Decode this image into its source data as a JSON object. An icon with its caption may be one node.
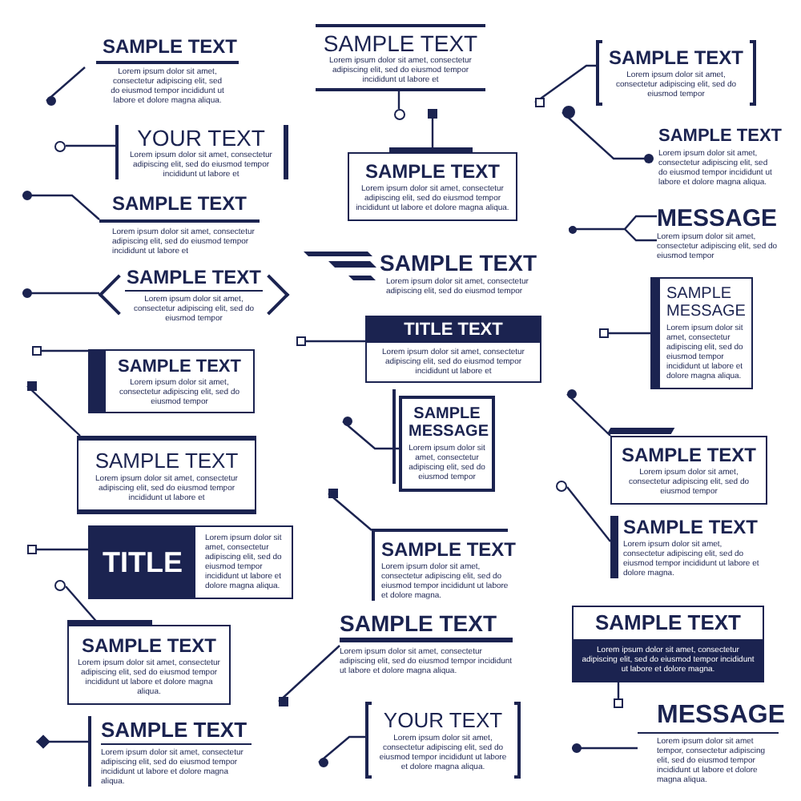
{
  "diagram": {
    "nodes": [
      {
        "text": [
          "SAMPLE TEXT",
          "Lorem ipsum dolor sit amet, consectetur adipiscing elit, sed do eiusmod tempor incididunt ut labore et dolore magna aliqua."
        ]
      },
      {
        "text": [],
        "shape": "circle"
      },
      {
        "text": [
          "YOUR TEXT",
          "Lorem ipsum dolor sit amet, consectetur adipiscing elit, sed do eiusmod tempor incididunt ut labore et"
        ]
      },
      {
        "text": [],
        "shape": "circle"
      },
      {
        "text": [
          "SAMPLE TEXT",
          "Lorem ipsum dolor sit amet, consectetur adipiscing elit, sed do eiusmod tempor incididunt ut labore et"
        ]
      },
      {
        "text": [],
        "shape": "circle"
      },
      {
        "text": [
          "SAMPLE TEXT",
          "Lorem ipsum dolor sit amet, consectetur adipiscing elit, sed do eiusmod tempor"
        ]
      },
      {
        "text": [],
        "shape": "circle"
      },
      {
        "text": [
          "SAMPLE TEXT",
          "Lorem ipsum dolor sit amet, consectetur adipiscing elit, sed do eiusmod tempor"
        ]
      },
      {
        "text": [],
        "shape": "box"
      },
      {
        "text": [
          "SAMPLE TEXT",
          "Lorem ipsum dolor sit amet, consectetur adipiscing elit, sed do eiusmod tempor incididunt ut labore et"
        ]
      },
      {
        "text": [],
        "shape": "box"
      },
      {
        "text": [
          "TITLE",
          "Lorem ipsum dolor sit amet, consectetur adipiscing elit, sed do eiusmod tempor incididunt ut labore et dolore magna aliqua."
        ]
      },
      {
        "text": [],
        "shape": "box"
      },
      {
        "text": [
          "SAMPLE TEXT",
          "Lorem ipsum dolor sit amet, consectetur adipiscing elit, sed do eiusmod tempor incididunt ut labore et dolore magna aliqua."
        ]
      },
      {
        "text": [],
        "shape": "circle"
      },
      {
        "text": [
          "SAMPLE TEXT",
          "Lorem ipsum dolor sit amet, consectetur adipiscing elit, sed do eiusmod tempor incididunt ut labore et dolore magna aliqua."
        ]
      },
      {
        "text": [],
        "shape": "diamond"
      },
      {
        "text": [
          "SAMPLE TEXT",
          "Lorem ipsum dolor sit amet, consectetur adipiscing elit, sed do eiusmod tempor incididunt ut labore et"
        ]
      },
      {
        "text": [],
        "shape": "circle"
      },
      {
        "text": [
          "SAMPLE TEXT",
          "Lorem ipsum dolor sit amet, consectetur adipiscing elit, sed do eiusmod tempor incididunt ut labore et dolore magna aliqua."
        ]
      },
      {
        "text": [],
        "shape": "box"
      },
      {
        "text": [
          "SAMPLE TEXT",
          "Lorem ipsum dolor sit amet, consectetur adipiscing elit, sed do eiusmod tempor"
        ]
      },
      {
        "text": [
          "TITLE TEXT",
          "Lorem ipsum dolor sit amet, consectetur adipiscing elit, sed do eiusmod tempor incididunt ut labore et"
        ]
      },
      {
        "text": [],
        "shape": "box"
      },
      {
        "text": [
          "SAMPLE MESSAGE",
          "Lorem ipsum dolor sit amet, consectetur adipiscing elit, sed do eiusmod tempor"
        ]
      },
      {
        "text": [],
        "shape": "circle"
      },
      {
        "text": [
          "SAMPLE TEXT",
          "Lorem ipsum dolor sit amet, consectetur adipiscing elit, sed do eiusmod tempor incididunt ut labore et dolore magna."
        ]
      },
      {
        "text": [],
        "shape": "box"
      },
      {
        "text": [
          "SAMPLE TEXT",
          "Lorem ipsum dolor sit amet, consectetur adipiscing elit, sed do eiusmod tempor incididunt ut labore et dolore magna aliqua."
        ]
      },
      {
        "text": [],
        "shape": "box"
      },
      {
        "text": [
          "YOUR TEXT",
          "Lorem ipsum dolor sit amet, consectetur adipiscing elit, sed do eiusmod tempor incididunt ut labore et dolore magna aliqua."
        ]
      },
      {
        "text": [],
        "shape": "circle"
      },
      {
        "text": [
          "SAMPLE TEXT",
          "Lorem ipsum dolor sit amet, consectetur adipiscing elit, sed do eiusmod tempor"
        ]
      },
      {
        "text": [],
        "shape": "box"
      },
      {
        "text": [
          "SAMPLE TEXT",
          "Lorem ipsum dolor sit amet, consectetur adipiscing elit, sed do eiusmod tempor incididunt ut labore et dolore magna aliqua."
        ]
      },
      {
        "text": [],
        "shape": "circle"
      },
      {
        "text": [
          "MESSAGE",
          "Lorem ipsum dolor sit amet, consectetur adipiscing elit, sed do eiusmod tempor"
        ]
      },
      {
        "text": [],
        "shape": "circle"
      },
      {
        "text": [
          "SAMPLE MESSAGE",
          "Lorem ipsum dolor sit amet, consectetur adipiscing elit, sed do eiusmod tempor incididunt ut labore et dolore magna aliqua."
        ]
      },
      {
        "text": [],
        "shape": "box"
      },
      {
        "text": [
          "SAMPLE TEXT",
          "Lorem ipsum dolor sit amet, consectetur adipiscing elit, sed do eiusmod tempor"
        ]
      },
      {
        "text": [],
        "shape": "circle"
      },
      {
        "text": [
          "SAMPLE TEXT",
          "Lorem ipsum dolor sit amet, consectetur adipiscing elit, sed do eiusmod tempor incididunt ut labore et dolore magna."
        ]
      },
      {
        "text": [],
        "shape": "circle"
      },
      {
        "text": [
          "SAMPLE TEXT",
          "Lorem ipsum dolor sit amet, consectetur adipiscing elit, sed do eiusmod tempor incididunt ut labore et dolore magna."
        ]
      },
      {
        "text": [],
        "shape": "box"
      },
      {
        "text": [
          "MESSAGE",
          "Lorem ipsum dolor sit amet tempor, consectetur adipiscing elit, sed do eiusmod tempor incididunt ut labore et dolore magna aliqua."
        ]
      },
      {
        "text": [],
        "shape": "circle"
      }
    ],
    "edges": [
      {
        "from": 1,
        "to": 0,
        "arrow": "none"
      },
      {
        "from": 3,
        "to": 2,
        "arrow": "none"
      },
      {
        "from": 5,
        "to": 4,
        "arrow": "none"
      },
      {
        "from": 7,
        "to": 6,
        "arrow": "none"
      },
      {
        "from": 9,
        "to": 8,
        "arrow": "none"
      },
      {
        "from": 11,
        "to": 10,
        "arrow": "none"
      },
      {
        "from": 13,
        "to": 12,
        "arrow": "none"
      },
      {
        "from": 15,
        "to": 14,
        "arrow": "none"
      },
      {
        "from": 17,
        "to": 16,
        "arrow": "none"
      },
      {
        "from": 19,
        "to": 18,
        "arrow": "none"
      },
      {
        "from": 21,
        "to": 20,
        "arrow": "none"
      },
      {
        "from": 24,
        "to": 23,
        "arrow": "none"
      },
      {
        "from": 26,
        "to": 25,
        "arrow": "none"
      },
      {
        "from": 28,
        "to": 27,
        "arrow": "none"
      },
      {
        "from": 30,
        "to": 29,
        "arrow": "none"
      },
      {
        "from": 32,
        "to": 31,
        "arrow": "none"
      },
      {
        "from": 34,
        "to": 33,
        "arrow": "none"
      },
      {
        "from": 36,
        "to": 35,
        "arrow": "other"
      },
      {
        "from": 38,
        "to": 37,
        "arrow": "none"
      },
      {
        "from": 40,
        "to": 39,
        "arrow": "none"
      },
      {
        "from": 42,
        "to": 41,
        "arrow": "none"
      },
      {
        "from": 44,
        "to": 43,
        "arrow": "none"
      },
      {
        "from": 46,
        "to": 45,
        "arrow": "none"
      },
      {
        "from": 48,
        "to": 47,
        "arrow": "none"
      }
    ]
  }
}
